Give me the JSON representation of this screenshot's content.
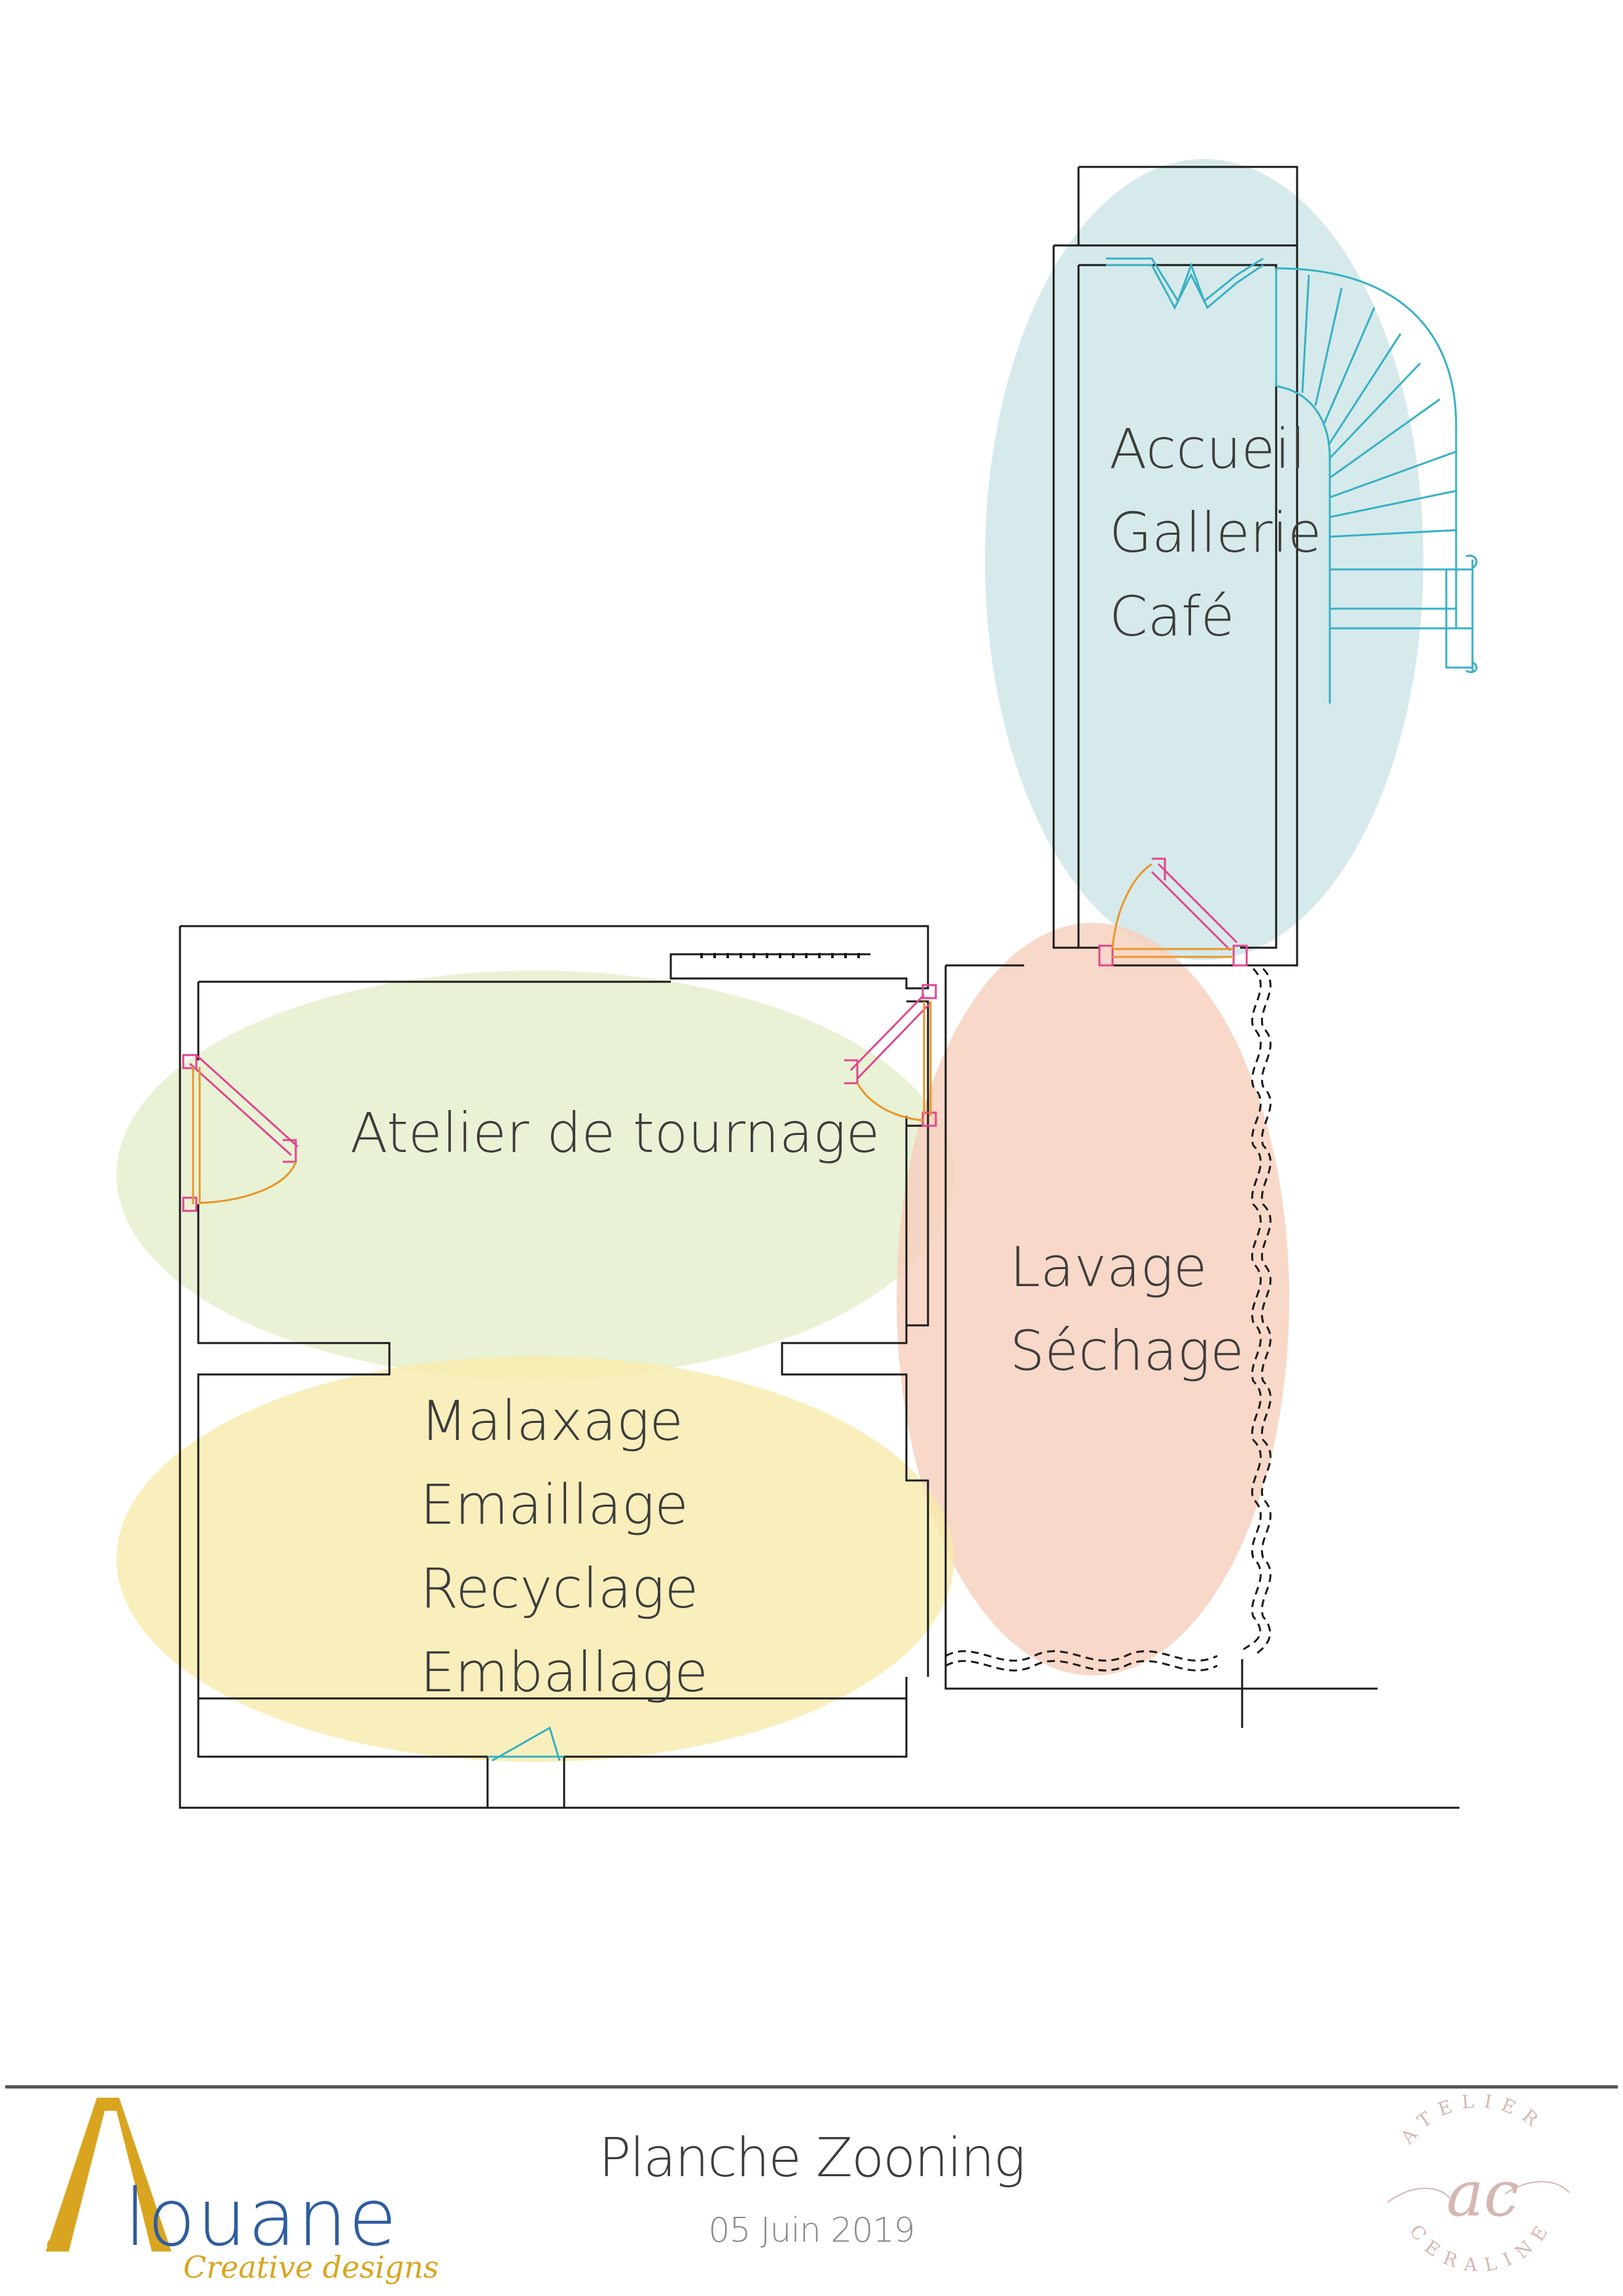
{
  "zones": {
    "accueil": {
      "lines": [
        "Accueil",
        "Gallerie",
        "Café"
      ],
      "color": "#cfe6e8"
    },
    "atelier": {
      "lines": [
        "Atelier de tournage"
      ],
      "color": "#e4efcb"
    },
    "lavage": {
      "lines": [
        "Lavage",
        "Séchage"
      ],
      "color": "#f7d1be"
    },
    "malaxage": {
      "lines": [
        "Malaxage",
        "Emaillage",
        "Recyclage",
        "Emballage"
      ],
      "color": "#f8ebab"
    }
  },
  "footer": {
    "title": "Planche Zooning",
    "date": "05 Juin 2019"
  },
  "logos": {
    "alouane": {
      "name": "Alouane",
      "tagline": "Creative designs",
      "accent": "#d9a520",
      "text_color": "#2f5d9e"
    },
    "atelier_ceraline": {
      "top": "ATELIER",
      "monogram": "ac",
      "bottom": "CERALINE",
      "color": "#d5b7b2"
    }
  },
  "colors": {
    "walls": "#1a1a1a",
    "door_leaf": "#e0468f",
    "door_swing": "#e8962a",
    "stair": "#38b0c4"
  }
}
